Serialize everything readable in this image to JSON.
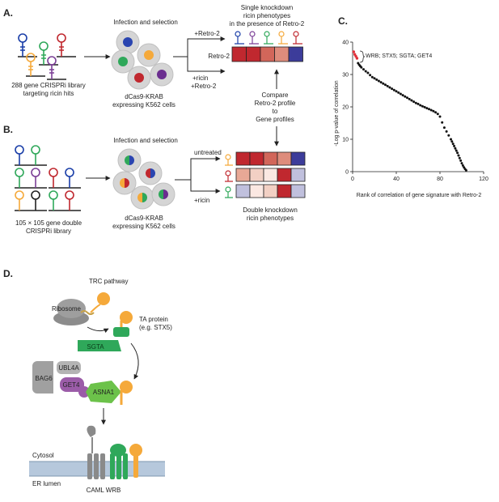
{
  "panels": {
    "a": "A.",
    "b": "B.",
    "c": "C.",
    "d": "D."
  },
  "panel_a": {
    "library_caption_1": "288 gene CRISPRi library",
    "library_caption_2": "targeting ricin hits",
    "infection_title": "Infection and selection",
    "cells_caption_1": "dCas9-KRAB",
    "cells_caption_2": "expressing K562 cells",
    "arrow_retro2": "+Retro-2",
    "arrow_ricin": "+ricin",
    "arrow_ricin_retro2": "+Retro-2",
    "phenotype_title_1": "Single knockdown",
    "phenotype_title_2": "ricin phenotypes",
    "phenotype_title_3": "in the presence of Retro-2",
    "row_label": "Retro-2",
    "row_colors": [
      "#c0282f",
      "#c0282f",
      "#d2665a",
      "#de8c7c",
      "#3c3c9a"
    ]
  },
  "compare": {
    "line1": "Compare",
    "line2": "Retro-2 profile",
    "line3": "to",
    "line4": "Gene profiles"
  },
  "panel_b": {
    "library_caption_1": "105 × 105 gene double",
    "library_caption_2": "CRISPRi library",
    "infection_title": "Infection and selection",
    "cells_caption_1": "dCas9-KRAB",
    "cells_caption_2": "expressing K562 cells",
    "arrow_untreated": "untreated",
    "arrow_ricin": "+ricin",
    "phenotype_title_1": "Double knockdown",
    "phenotype_title_2": "ricin phenotypes",
    "rows": [
      [
        "#c0282f",
        "#c0282f",
        "#d2665a",
        "#de8c7c",
        "#3c3c9a"
      ],
      [
        "#e8a896",
        "#f2d0c4",
        "#fbe8e2",
        "#c0282f",
        "#c0c0dd"
      ],
      [
        "#c0c0dd",
        "#fbe8e2",
        "#f2d0c4",
        "#c0282f",
        "#c0c0dd"
      ]
    ]
  },
  "panel_c": {
    "ylabel": "-Log p-value of correlation",
    "xlabel": "Rank of correlation of gene signature with Retro-2",
    "annotation": "WRB; STX5; SGTA; GET4",
    "x_ticks": [
      "0",
      "40",
      "80",
      "120"
    ],
    "y_ticks": [
      "0",
      "10",
      "20",
      "30",
      "40"
    ]
  },
  "chart_data": {
    "type": "scatter",
    "xlabel": "Rank of correlation of gene signature with Retro-2",
    "ylabel": "-Log p-value of correlation",
    "xlim": [
      0,
      120
    ],
    "ylim": [
      0,
      40
    ],
    "x_ticks": [
      0,
      40,
      80,
      120
    ],
    "y_ticks": [
      0,
      10,
      20,
      30,
      40
    ],
    "highlight_color": "#e0303a",
    "point_color": "#111111",
    "highlighted": {
      "x": [
        1,
        2,
        3,
        4
      ],
      "y": [
        37,
        36.2,
        35.6,
        35
      ]
    },
    "series": [
      {
        "x": [
          5,
          6,
          7,
          8,
          10,
          12,
          14,
          16,
          18,
          20,
          22,
          24,
          26,
          28,
          30,
          32,
          34,
          36,
          38,
          40,
          42,
          44,
          46,
          48,
          50,
          52,
          54,
          56,
          58,
          60,
          62,
          64,
          66,
          68,
          70,
          72,
          74,
          76,
          78,
          80,
          82,
          84,
          86,
          88,
          90,
          91,
          92,
          93,
          94,
          95,
          96,
          97,
          98,
          99,
          100,
          101,
          102,
          103,
          104
        ],
        "y": [
          33.5,
          33,
          32.6,
          32.2,
          31.6,
          31,
          30.5,
          29.8,
          29.2,
          28.8,
          28.4,
          28,
          27.6,
          27.2,
          26.8,
          26.4,
          26,
          25.6,
          25.2,
          24.8,
          24.4,
          24,
          23.6,
          23.2,
          22.8,
          22.4,
          22,
          21.6,
          21.2,
          20.9,
          20.5,
          20.2,
          19.9,
          19.6,
          19.3,
          19,
          18.7,
          18.3,
          17.8,
          17,
          15.2,
          13.6,
          12.4,
          11.2,
          10,
          9.3,
          8.6,
          7.9,
          7.2,
          6.5,
          5.8,
          5,
          4.2,
          3.4,
          2.6,
          1.9,
          1.3,
          0.8,
          0.4
        ]
      }
    ]
  },
  "panel_d": {
    "title": "TRC pathway",
    "ribosome": "Ribosome",
    "ta_protein_1": "TA protein",
    "ta_protein_2": "(e.g. STX5)",
    "sgta": "SGTA",
    "ubl4a": "UBL4A",
    "bag6": "BAG6",
    "get4": "GET4",
    "asna1": "ASNA1",
    "cytosol": "Cytosol",
    "er_lumen": "ER lumen",
    "caml_wrb": "CAML WRB",
    "colors": {
      "orange": "#f5a93a",
      "green": "#2fa85a",
      "light_green": "#6cc24a",
      "purple": "#9b5ca8",
      "gray": "#9a9a9a",
      "dark_gray": "#7a7a7a",
      "membrane": "#b6c8dc"
    }
  }
}
